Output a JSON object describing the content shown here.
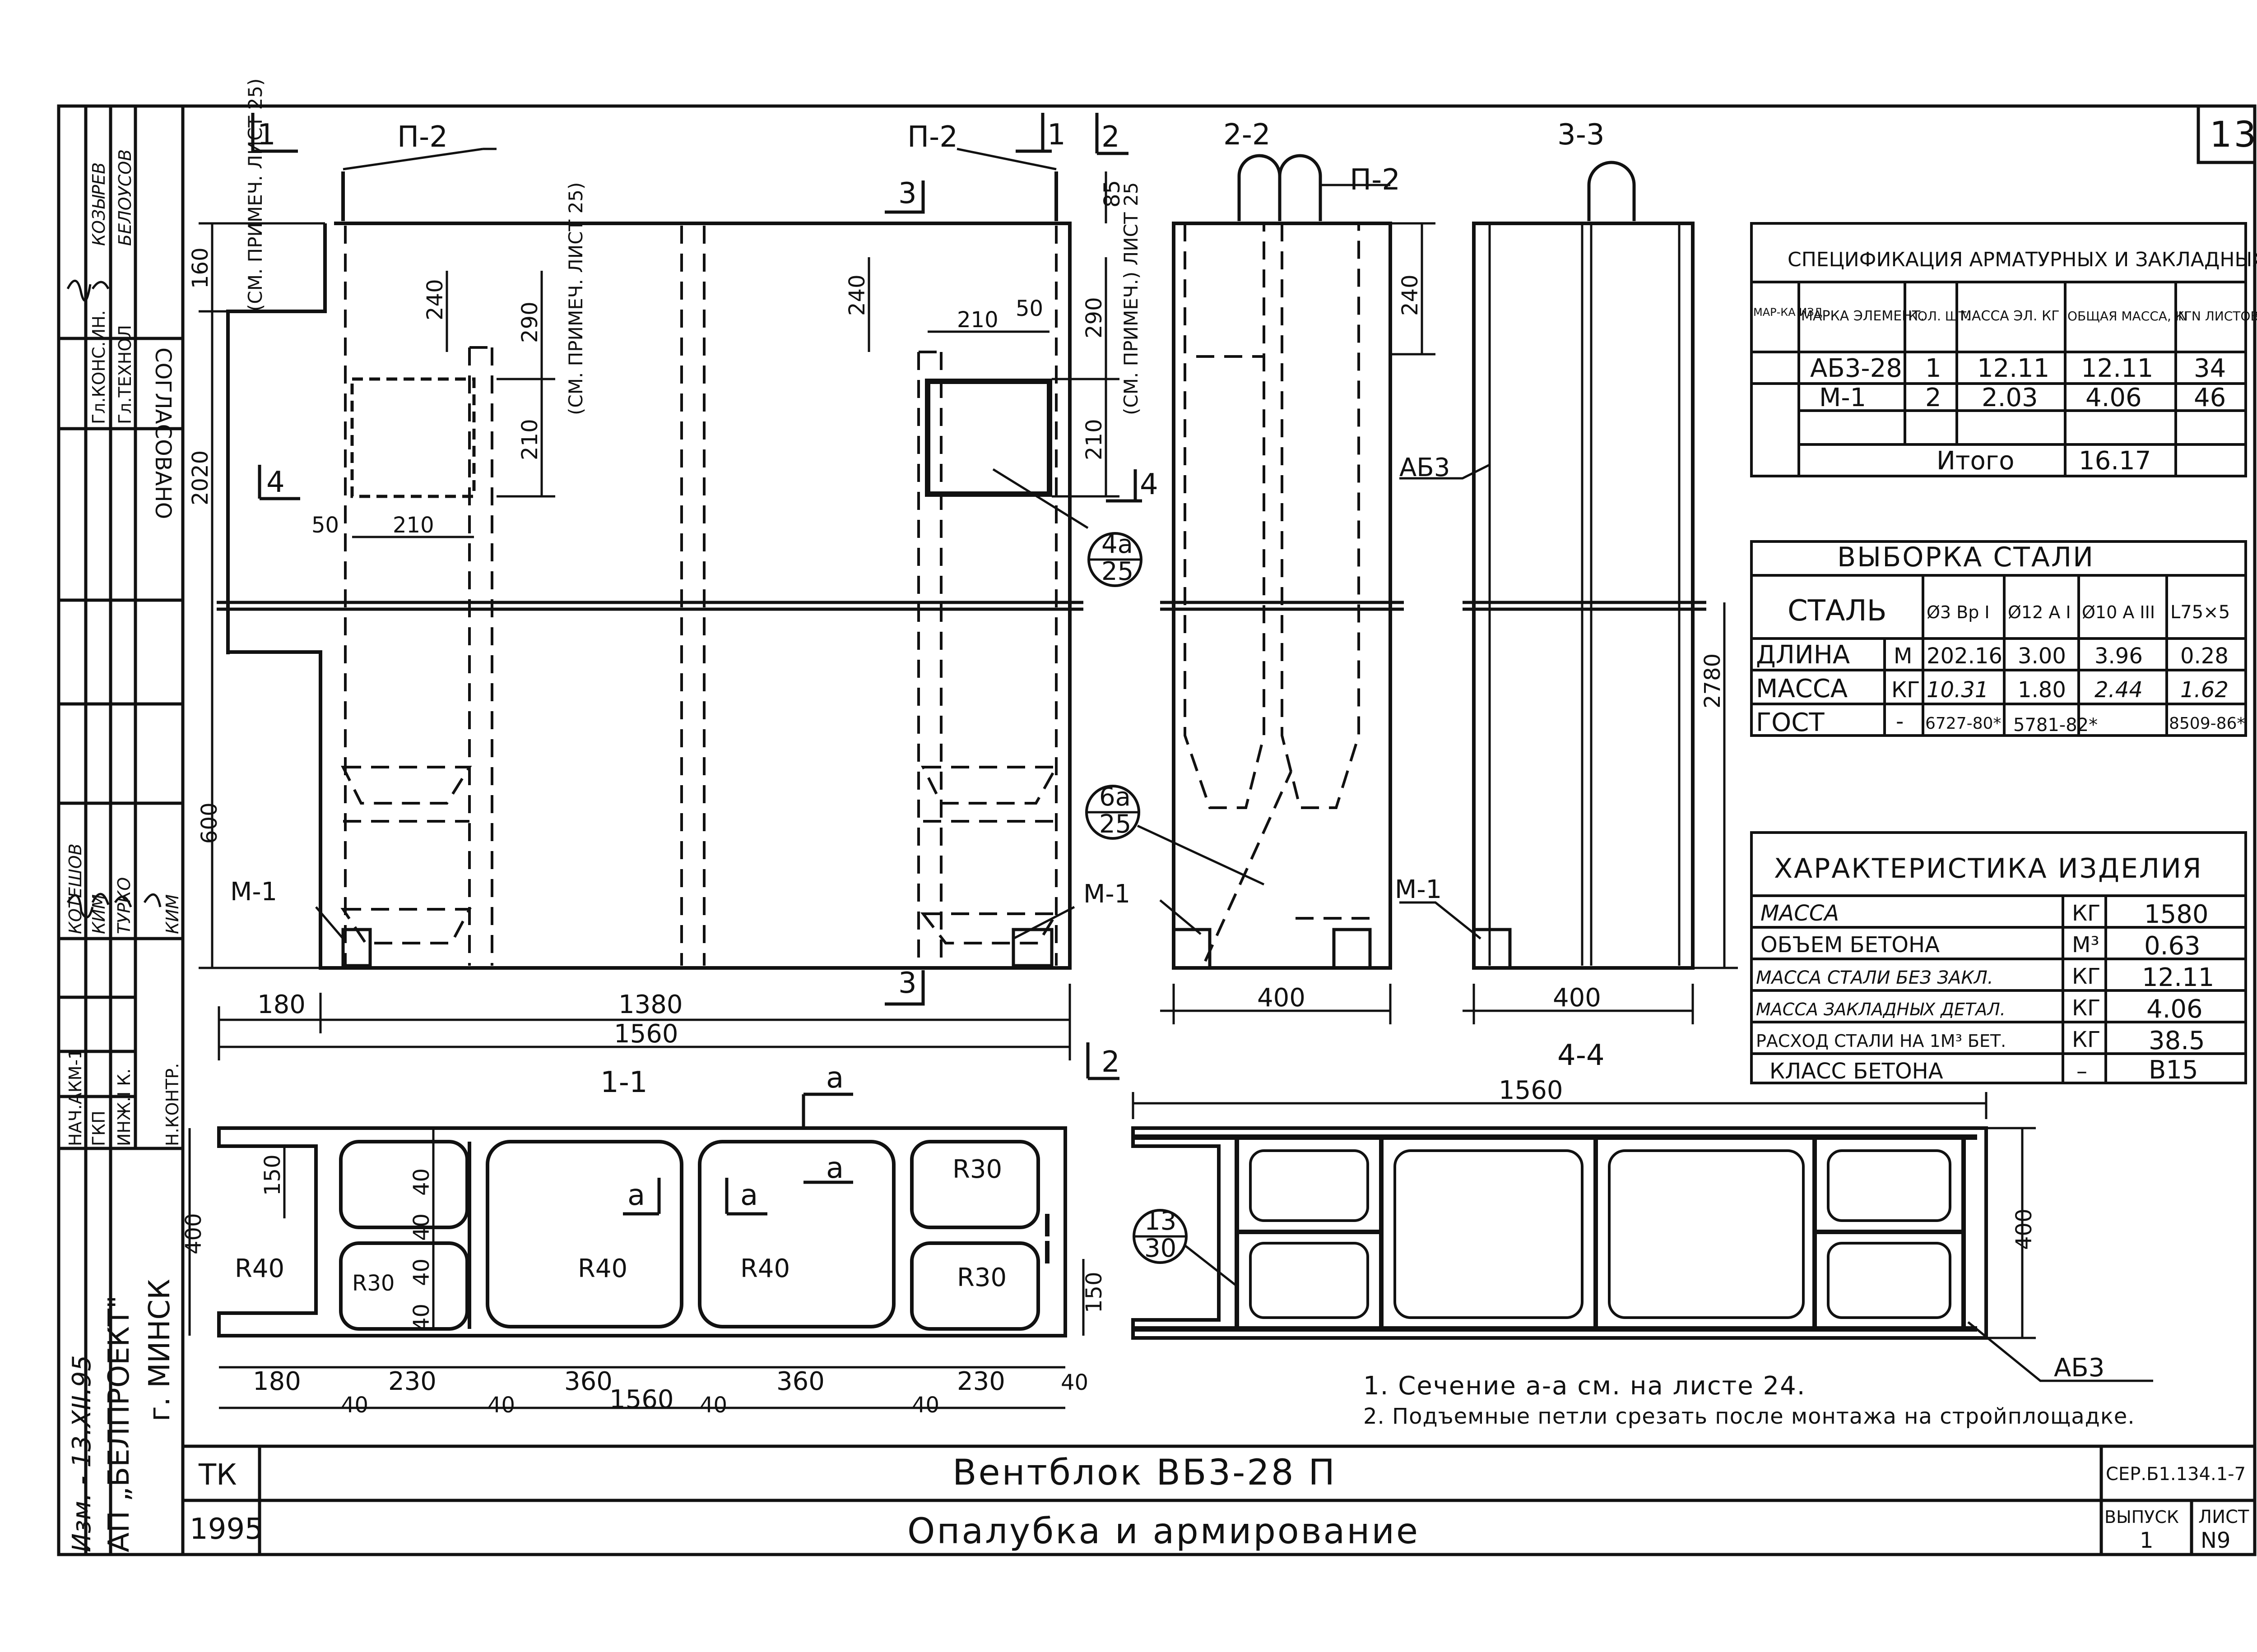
{
  "sheet": {
    "page_number": "13",
    "title_block": {
      "org_code": "ТК",
      "year": "1995",
      "product": "Вентблок ВБ3-28 П",
      "subtitle": "Опалубка и армирование",
      "series": "СЕР.Б1.134.1-7",
      "issue_label": "ВЫПУСК",
      "issue_value": "1",
      "sheet_label": "ЛИСТ",
      "sheet_value": "N9"
    },
    "side_stamp": {
      "org_name": "АП „БЕЛПРОЕКТ\"",
      "city": "г. МИНСК",
      "approval": "СОГЛАСОВАНО",
      "roles_top": [
        "Гл.КОНС.ИН.",
        "Гл.ТЕХНОЛ"
      ],
      "names_top": [
        "КОЗЫРЕВ",
        "БЕЛОУСОВ"
      ],
      "roles_bottom": [
        "НАЧ.АКМ-1",
        "ГКП",
        "ИНЖ.I К.",
        "Н.КОНТР."
      ],
      "names_bottom": [
        "КОТЕШОВ",
        "КИМ",
        "ТУРКО",
        "КИМ"
      ],
      "handwritten_note": "Изм. - 13.XII.95"
    }
  },
  "drawings": {
    "section_labels": {
      "sec_1_1": "1-1",
      "sec_2_2": "2-2",
      "sec_3_3": "3-3",
      "sec_4_4": "4-4"
    },
    "cut_marks": {
      "m1": "1",
      "m2": "2",
      "m3": "3",
      "m4": "4",
      "ma": "а"
    },
    "callouts": {
      "p2": "П-2",
      "m1": "М-1",
      "ab3": "АБ3",
      "c4a_top": "4а",
      "c4a_bot": "25",
      "c6a_top": "6а",
      "c6a_bot": "25",
      "c13_top": "13",
      "c13_bot": "30"
    },
    "notes_ref": {
      "see_note_left": "(СМ. ПРИМЕЧ. ЛИСТ 25)",
      "see_note_mid": "(СМ. ПРИМЕЧ. ЛИСТ 25)",
      "see_note_right": "(СМ. ПРИМЕЧ.) ЛИСТ 25"
    },
    "dimensions": {
      "d160": "160",
      "d2020": "2020",
      "d600": "600",
      "d240": "240",
      "d290": "290",
      "d210": "210",
      "d50": "50",
      "d85": "85",
      "d180": "180",
      "d1380": "1380",
      "d1560": "1560",
      "d400": "400",
      "d2780": "2780",
      "d150": "150",
      "d40": "40",
      "d230": "230",
      "d360": "360",
      "r40": "R40",
      "r30": "R30"
    }
  },
  "spec_table": {
    "title": "СПЕЦИФИКАЦИЯ АРМАТУРНЫХ И ЗАКЛАДНЫХ ДЕТАЛЕЙ",
    "headers": [
      "МАР-КА ИЗД.",
      "МАРКА ЭЛЕМЕНТ.",
      "КОЛ. ШТ.",
      "МАССА ЭЛ. КГ",
      "ОБЩАЯ МАССА, КГ",
      "N N ЛИСТОВ"
    ],
    "rows": [
      [
        "",
        "АБ3-28",
        "1",
        "12.11",
        "12.11",
        "34"
      ],
      [
        "",
        "М-1",
        "2",
        "2.03",
        "4.06",
        "46"
      ]
    ],
    "total_label": "Итого",
    "total_value": "16.17"
  },
  "steel_table": {
    "title": "ВЫБОРКА СТАЛИ",
    "headers": [
      "СТАЛЬ",
      "",
      "Ø3 Вр I",
      "Ø12 А I",
      "Ø10 А III",
      "L75×5"
    ],
    "rows": [
      [
        "ДЛИНА",
        "М",
        "202.16",
        "3.00",
        "3.96",
        "0.28"
      ],
      [
        "МАССА",
        "КГ",
        "10.31",
        "1.80",
        "2.44",
        "1.62"
      ],
      [
        "ГОСТ",
        "-",
        "6727-80*",
        "5781-82*",
        "",
        "8509-86*"
      ]
    ]
  },
  "char_table": {
    "title": "ХАРАКТЕРИСТИКА ИЗДЕЛИЯ",
    "rows": [
      [
        "МАССА",
        "КГ",
        "1580"
      ],
      [
        "ОБЪЕМ БЕТОНА",
        "М³",
        "0.63"
      ],
      [
        "МАССА СТАЛИ БЕЗ ЗАКЛ.",
        "КГ",
        "12.11"
      ],
      [
        "МАССА ЗАКЛАДНЫХ ДЕТАЛ.",
        "КГ",
        "4.06"
      ],
      [
        "РАСХОД СТАЛИ НА 1М³ БЕТ.",
        "КГ",
        "38.5"
      ],
      [
        "КЛАСС БЕТОНА",
        "–",
        "В15"
      ]
    ]
  },
  "notes": {
    "n1": "1. Сечение а-а см. на листе 24.",
    "n2": "2. Подъемные петли срезать после монтажа на стройплощадке."
  }
}
